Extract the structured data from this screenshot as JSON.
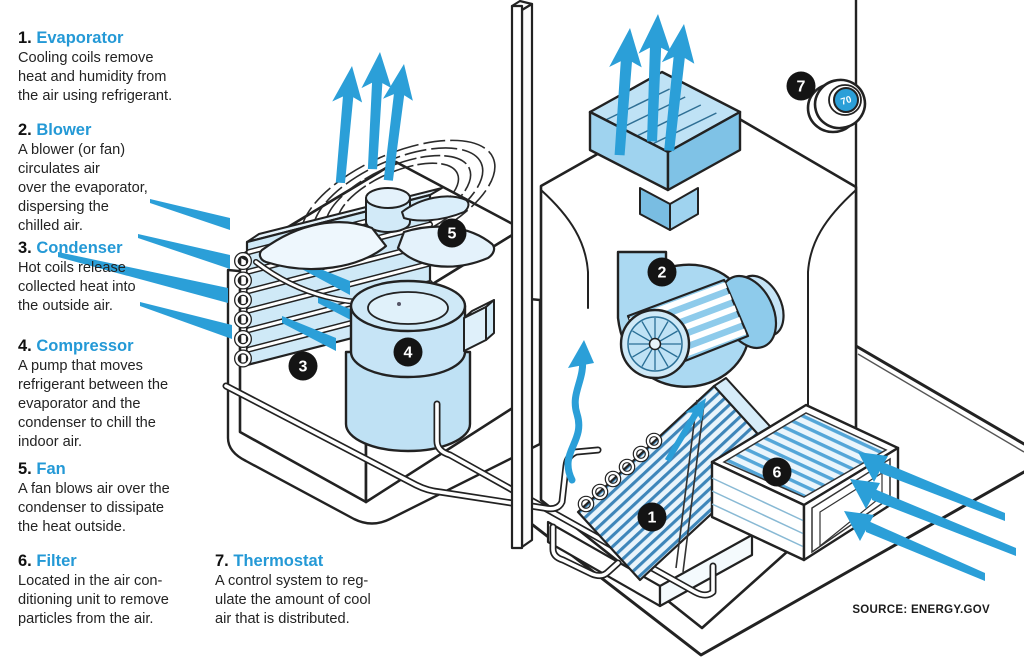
{
  "legend": {
    "items": [
      {
        "num": "1.",
        "title": "Evaporator",
        "desc": "Cooling coils remove\nheat and humidity from\nthe air using refrigerant."
      },
      {
        "num": "2.",
        "title": "Blower",
        "desc": "A blower (or fan)\ncirculates air\nover the evaporator,\ndispersing the\nchilled air."
      },
      {
        "num": "3.",
        "title": "Condenser",
        "desc": "Hot coils release\ncollected heat into\nthe outside air."
      },
      {
        "num": "4.",
        "title": "Compressor",
        "desc": "A pump that moves\nrefrigerant between the\nevaporator and the\ncondenser to chill the\nindoor air."
      },
      {
        "num": "5.",
        "title": "Fan",
        "desc": "A fan blows air over the\ncondenser to dissipate\nthe heat outside."
      },
      {
        "num": "6.",
        "title": "Filter",
        "desc": "Located in the air con-\nditioning unit to remove\nparticles from the air."
      },
      {
        "num": "7.",
        "title": "Thermostat",
        "desc": "A control system to reg-\nulate the amount of cool\nair that is distributed."
      }
    ]
  },
  "badges": [
    "1",
    "2",
    "3",
    "4",
    "5",
    "6",
    "7"
  ],
  "thermostat": {
    "reading": "70"
  },
  "source": "SOURCE: ENERGY.GOV",
  "colors": {
    "accent_blue": "#2b9fd8",
    "heading_blue": "#2499d6",
    "outline": "#222222",
    "fill_light": "#cfe9f7",
    "fill_mid": "#a9d8f1",
    "fill_deep": "#7fc2e6",
    "badge_bg": "#141414"
  }
}
